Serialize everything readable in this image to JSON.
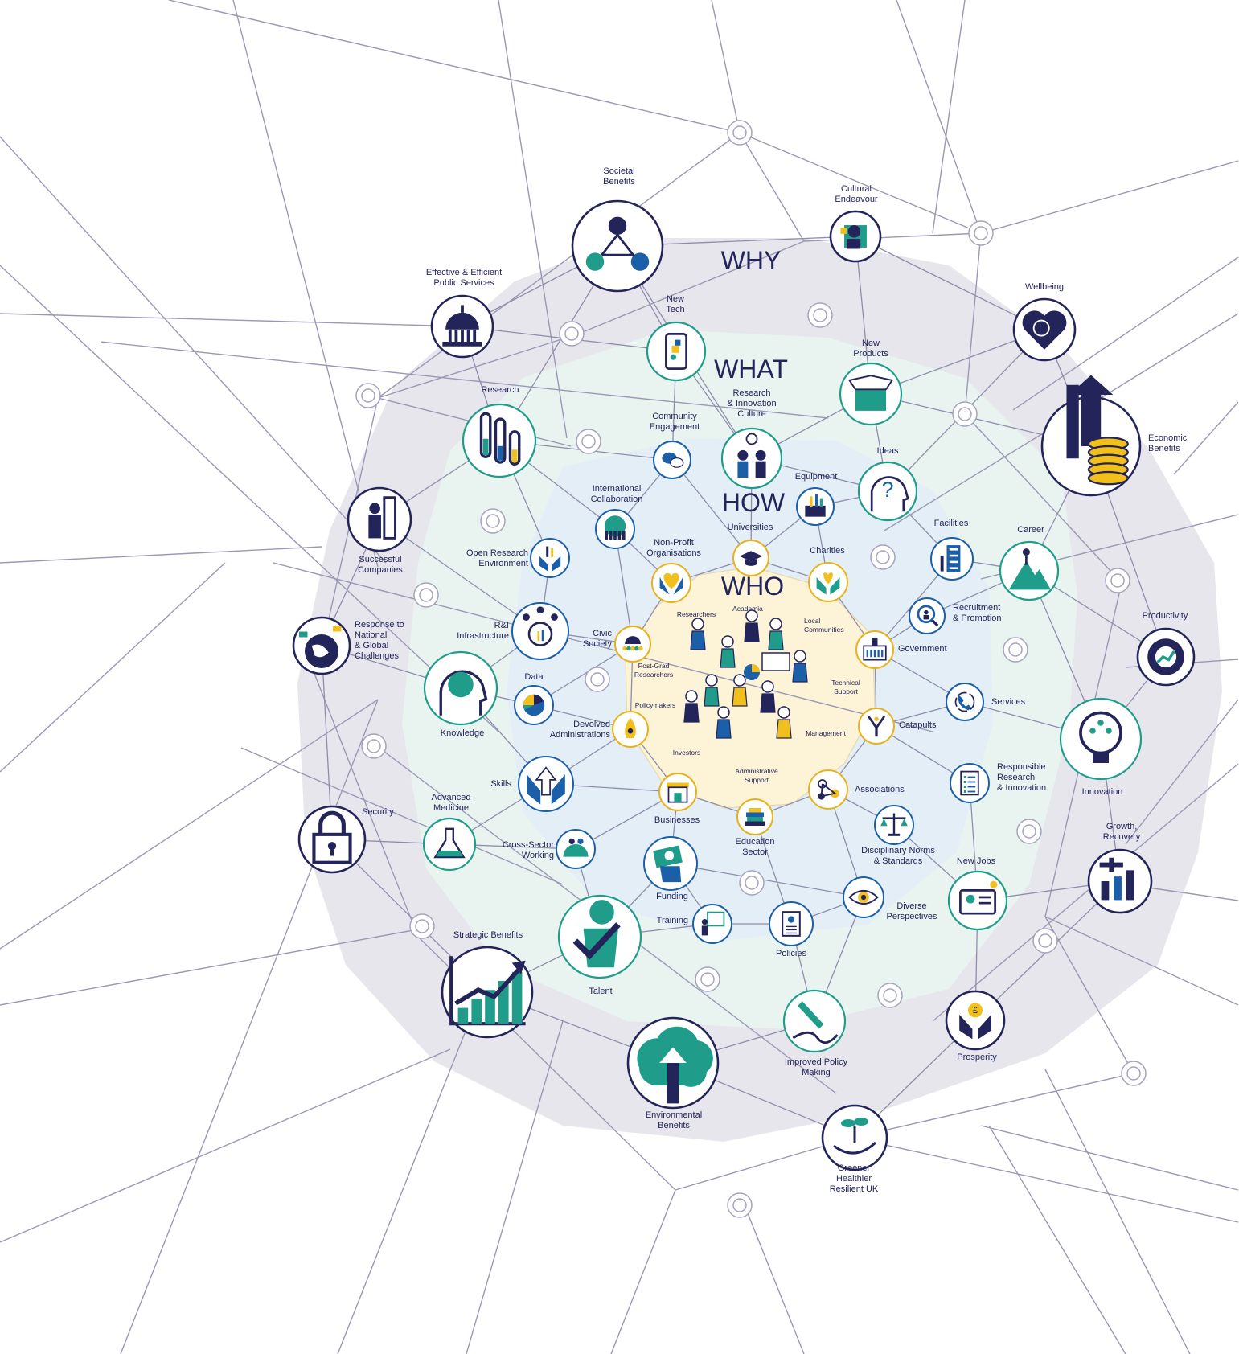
{
  "headings": {
    "why": "WHY",
    "what": "WHAT",
    "how": "HOW",
    "who": "WHO"
  },
  "colors": {
    "navy": "#23245a",
    "teal": "#1f9d8a",
    "blue": "#1b5fa8",
    "gold": "#f2c01c",
    "line": "#9a98b4"
  },
  "nodes": [
    {
      "id": "societal-benefits",
      "lines": [
        "Societal",
        "Benefits"
      ],
      "icon": "people-network-icon",
      "ring": "why"
    },
    {
      "id": "cultural-endeavour",
      "lines": [
        "Cultural",
        "Endeavour"
      ],
      "icon": "thinker-statue-icon",
      "ring": "why"
    },
    {
      "id": "effective-public-services",
      "lines": [
        "Effective & Efficient",
        "Public Services"
      ],
      "icon": "government-building-icon",
      "ring": "why"
    },
    {
      "id": "wellbeing",
      "lines": [
        "Wellbeing"
      ],
      "icon": "heart-brain-icon",
      "ring": "why"
    },
    {
      "id": "economic-benefits",
      "lines": [
        "Economic",
        "Benefits"
      ],
      "icon": "arrow-coins-icon",
      "ring": "why"
    },
    {
      "id": "successful-companies",
      "lines": [
        "Successful",
        "Companies"
      ],
      "icon": "person-doorway-icon",
      "ring": "why"
    },
    {
      "id": "productivity",
      "lines": [
        "Productivity"
      ],
      "icon": "gear-chart-icon",
      "ring": "why"
    },
    {
      "id": "national-global-challenges",
      "lines": [
        "Response to",
        "National",
        "& Global",
        "Challenges"
      ],
      "icon": "globe-flags-icon",
      "ring": "why"
    },
    {
      "id": "security",
      "lines": [
        "Security"
      ],
      "icon": "padlock-icon",
      "ring": "why"
    },
    {
      "id": "growth-recovery",
      "lines": [
        "Growth,",
        "Recovery"
      ],
      "icon": "growth-bars-icon",
      "ring": "why"
    },
    {
      "id": "strategic-benefits",
      "lines": [
        "Strategic Benefits"
      ],
      "icon": "rising-chart-icon",
      "ring": "why"
    },
    {
      "id": "prosperity",
      "lines": [
        "Prosperity"
      ],
      "icon": "hands-coin-icon",
      "ring": "why"
    },
    {
      "id": "environmental-benefits",
      "lines": [
        "Environmental",
        "Benefits"
      ],
      "icon": "tree-arrow-icon",
      "ring": "why"
    },
    {
      "id": "greener-healthier-uk",
      "lines": [
        "Greener",
        "Healthier",
        "Resilient UK"
      ],
      "icon": "hand-seedling-icon",
      "ring": "why"
    },
    {
      "id": "new-tech",
      "lines": [
        "New",
        "Tech"
      ],
      "icon": "smartphone-icon",
      "ring": "what"
    },
    {
      "id": "new-products",
      "lines": [
        "New",
        "Products"
      ],
      "icon": "open-box-icon",
      "ring": "what"
    },
    {
      "id": "research",
      "lines": [
        "Research"
      ],
      "icon": "test-tubes-icon",
      "ring": "what"
    },
    {
      "id": "research-innovation-culture",
      "lines": [
        "Research",
        "& Innovation",
        "Culture"
      ],
      "icon": "people-idea-icon",
      "ring": "what"
    },
    {
      "id": "ideas",
      "lines": [
        "Ideas"
      ],
      "icon": "head-question-icon",
      "ring": "what"
    },
    {
      "id": "career",
      "lines": [
        "Career"
      ],
      "icon": "mountain-climber-icon",
      "ring": "what"
    },
    {
      "id": "knowledge",
      "lines": [
        "Knowledge"
      ],
      "icon": "head-brain-icon",
      "ring": "what"
    },
    {
      "id": "innovation",
      "lines": [
        "Innovation"
      ],
      "icon": "lightbulb-circuit-icon",
      "ring": "what"
    },
    {
      "id": "advanced-medicine",
      "lines": [
        "Advanced",
        "Medicine"
      ],
      "icon": "flask-icon",
      "ring": "what"
    },
    {
      "id": "new-jobs",
      "lines": [
        "New Jobs"
      ],
      "icon": "id-badge-icon",
      "ring": "what"
    },
    {
      "id": "talent",
      "lines": [
        "Talent"
      ],
      "icon": "person-check-icon",
      "ring": "what"
    },
    {
      "id": "improved-policy-making",
      "lines": [
        "Improved Policy",
        "Making"
      ],
      "icon": "pen-signature-icon",
      "ring": "what"
    },
    {
      "id": "community-engagement",
      "lines": [
        "Community",
        "Engagement"
      ],
      "icon": "speech-bubbles-icon",
      "ring": "how"
    },
    {
      "id": "international-collaboration",
      "lines": [
        "International",
        "Collaboration"
      ],
      "icon": "globe-people-icon",
      "ring": "how"
    },
    {
      "id": "equipment",
      "lines": [
        "Equipment"
      ],
      "icon": "toolbox-icon",
      "ring": "how"
    },
    {
      "id": "open-research-environment",
      "lines": [
        "Open Research",
        "Environment"
      ],
      "icon": "hands-tubes-icon",
      "ring": "how"
    },
    {
      "id": "facilities",
      "lines": [
        "Facilities"
      ],
      "icon": "building-tools-icon",
      "ring": "how"
    },
    {
      "id": "ri-infrastructure",
      "lines": [
        "R&I",
        "Infrastructure"
      ],
      "icon": "network-bulb-icon",
      "ring": "how"
    },
    {
      "id": "recruitment-promotion",
      "lines": [
        "Recruitment",
        "& Promotion"
      ],
      "icon": "magnifier-person-icon",
      "ring": "how"
    },
    {
      "id": "data",
      "lines": [
        "Data"
      ],
      "icon": "pie-chart-icon",
      "ring": "how"
    },
    {
      "id": "services",
      "lines": [
        "Services"
      ],
      "icon": "phone-cycle-icon",
      "ring": "how"
    },
    {
      "id": "skills",
      "lines": [
        "Skills"
      ],
      "icon": "hands-arrow-icon",
      "ring": "how"
    },
    {
      "id": "responsible-research",
      "lines": [
        "Responsible",
        "Research",
        "& Innovation"
      ],
      "icon": "checklist-icon",
      "ring": "how"
    },
    {
      "id": "cross-sector-working",
      "lines": [
        "Cross-Sector",
        "Working"
      ],
      "icon": "people-meeting-icon",
      "ring": "how"
    },
    {
      "id": "disciplinary-norms",
      "lines": [
        "Disciplinary Norms",
        "& Standards"
      ],
      "icon": "scales-icon",
      "ring": "how"
    },
    {
      "id": "funding",
      "lines": [
        "Funding"
      ],
      "icon": "hand-banknote-icon",
      "ring": "how"
    },
    {
      "id": "diverse-perspectives",
      "lines": [
        "Diverse",
        "Perspectives"
      ],
      "icon": "eye-icon",
      "ring": "how"
    },
    {
      "id": "training",
      "lines": [
        "Training"
      ],
      "icon": "teacher-board-icon",
      "ring": "how"
    },
    {
      "id": "policies",
      "lines": [
        "Policies"
      ],
      "icon": "scroll-icon",
      "ring": "how"
    },
    {
      "id": "universities",
      "lines": [
        "Universities"
      ],
      "icon": "mortarboard-icon",
      "ring": "who"
    },
    {
      "id": "non-profit-organisations",
      "lines": [
        "Non-Profit",
        "Organisations"
      ],
      "icon": "hands-heart-icon",
      "ring": "who"
    },
    {
      "id": "charities",
      "lines": [
        "Charities"
      ],
      "icon": "hands-heart-open-icon",
      "ring": "who"
    },
    {
      "id": "civic-society",
      "lines": [
        "Civic",
        "Society"
      ],
      "icon": "people-dome-icon",
      "ring": "who"
    },
    {
      "id": "government",
      "lines": [
        "Government"
      ],
      "icon": "town-hall-icon",
      "ring": "who"
    },
    {
      "id": "devolved-administrations",
      "lines": [
        "Devolved",
        "Administrations"
      ],
      "icon": "fire-figure-icon",
      "ring": "who"
    },
    {
      "id": "catapults",
      "lines": [
        "Catapults"
      ],
      "icon": "slingshot-icon",
      "ring": "who"
    },
    {
      "id": "businesses",
      "lines": [
        "Businesses"
      ],
      "icon": "shopfront-icon",
      "ring": "who"
    },
    {
      "id": "associations",
      "lines": [
        "Associations"
      ],
      "icon": "molecule-icon",
      "ring": "who"
    },
    {
      "id": "education-sector",
      "lines": [
        "Education",
        "Sector"
      ],
      "icon": "books-icon",
      "ring": "who"
    }
  ],
  "center_labels": [
    {
      "id": "academia",
      "lines": [
        "Academia"
      ]
    },
    {
      "id": "researchers",
      "lines": [
        "Researchers"
      ]
    },
    {
      "id": "local-communities",
      "lines": [
        "Local",
        "Communities"
      ]
    },
    {
      "id": "post-grad-researchers",
      "lines": [
        "Post-Grad",
        "Researchers"
      ]
    },
    {
      "id": "technical-support",
      "lines": [
        "Technical",
        "Support"
      ]
    },
    {
      "id": "policymakers",
      "lines": [
        "Policymakers"
      ]
    },
    {
      "id": "management",
      "lines": [
        "Management"
      ]
    },
    {
      "id": "investors",
      "lines": [
        "Investors"
      ]
    },
    {
      "id": "administrative-support",
      "lines": [
        "Administrative",
        "Support"
      ]
    }
  ]
}
